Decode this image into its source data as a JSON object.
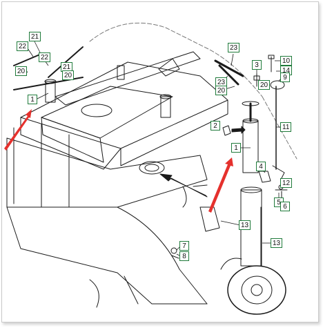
{
  "diagram": {
    "callouts": [
      {
        "id": "c21a",
        "text": "21"
      },
      {
        "id": "c22a",
        "text": "22"
      },
      {
        "id": "c22b",
        "text": "22"
      },
      {
        "id": "c20a",
        "text": "20"
      },
      {
        "id": "c21b",
        "text": "21"
      },
      {
        "id": "c20b",
        "text": "20"
      },
      {
        "id": "c1a",
        "text": "1"
      },
      {
        "id": "c23a",
        "text": "23"
      },
      {
        "id": "c23b",
        "text": "23"
      },
      {
        "id": "c20c",
        "text": "20"
      },
      {
        "id": "c3",
        "text": "3"
      },
      {
        "id": "c20d",
        "text": "20"
      },
      {
        "id": "c10",
        "text": "10"
      },
      {
        "id": "c14",
        "text": "14"
      },
      {
        "id": "c9",
        "text": "9"
      },
      {
        "id": "c11",
        "text": "11"
      },
      {
        "id": "c2",
        "text": "2"
      },
      {
        "id": "c1b",
        "text": "1"
      },
      {
        "id": "c4",
        "text": "4"
      },
      {
        "id": "c12",
        "text": "12"
      },
      {
        "id": "c5",
        "text": "5"
      },
      {
        "id": "c6",
        "text": "6"
      },
      {
        "id": "c13a",
        "text": "13"
      },
      {
        "id": "c13b",
        "text": "13"
      },
      {
        "id": "c7",
        "text": "7"
      },
      {
        "id": "c8",
        "text": "8"
      }
    ],
    "colors": {
      "line": "#1a1a1a",
      "callout_border": "#1f7a3a",
      "arrow": "#e5312d",
      "frame": "#c9c9c9"
    }
  }
}
